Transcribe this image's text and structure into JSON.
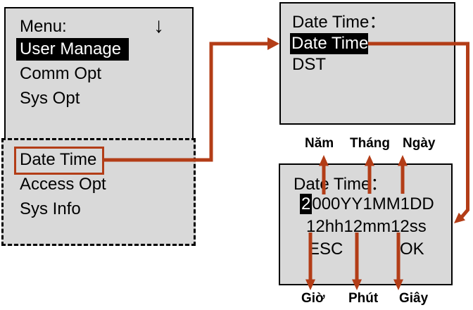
{
  "colors": {
    "accent_red": "#b33d17",
    "screen_bg": "#d9d9d9",
    "border": "#000000",
    "highlight_bg": "#000000",
    "highlight_text": "#ffffff"
  },
  "main_menu": {
    "title": "Menu:",
    "scroll_down_icon": "↓",
    "items": [
      "User Manage",
      "Comm Opt",
      "Sys Opt"
    ]
  },
  "more_menu": {
    "items": [
      "Date Time",
      "Access Opt",
      "Sys Info"
    ]
  },
  "datetime_menu": {
    "title": "Date Time：",
    "items": [
      "Date Time",
      "DST"
    ]
  },
  "datetime_edit": {
    "title": "Date Time：",
    "date_line_highlight": "2",
    "date_line_rest": "000YY1MM1DD",
    "time_line": "12hh12mm12ss",
    "esc_label": "ESC",
    "ok_label": "OK"
  },
  "annotations": {
    "top": [
      "Năm",
      "Tháng",
      "Ngày"
    ],
    "bottom": [
      "Giờ",
      "Phút",
      "Giây"
    ]
  }
}
